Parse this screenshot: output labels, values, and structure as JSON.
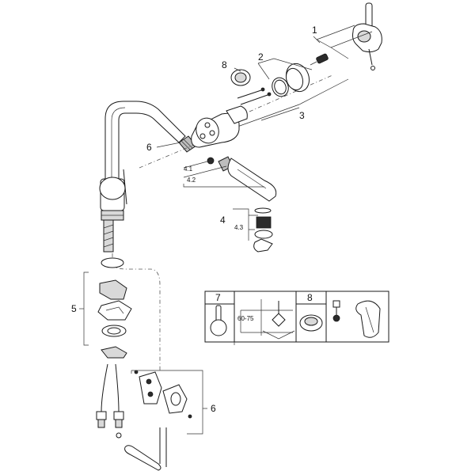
{
  "labels": {
    "l1": "1",
    "l2": "2",
    "l3": "3",
    "l4": "4",
    "l4_1": "4.1",
    "l4_2": "4.2",
    "l4_3": "4.3",
    "l5": "5",
    "l6_top": "6",
    "l6_bottom": "6",
    "l7": "7",
    "l8_top": "8",
    "l8_box": "8"
  },
  "dimension": "60-75"
}
